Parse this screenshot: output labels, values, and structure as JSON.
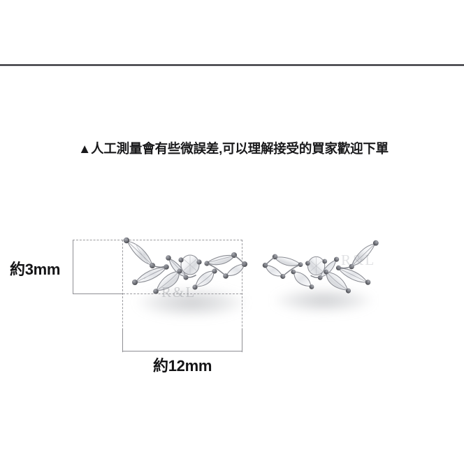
{
  "page": {
    "background_color": "#ffffff",
    "divider_color": "#2b2b30"
  },
  "notice": {
    "text": "▲人工測量會有些微誤差,可以理解接受的買家歡迎下單",
    "marker": "▲"
  },
  "measurements": {
    "height_label": "約3mm",
    "width_label": "約12mm",
    "line_color": "#8e8e93",
    "dash_color": "#9a9a9e"
  },
  "product": {
    "name": "crystal-climber-earrings",
    "pieces": [
      {
        "side": "left",
        "orientation": "ascending-right"
      },
      {
        "side": "right",
        "orientation": "mirrored"
      }
    ],
    "watermark_left": "R&L",
    "watermark_right": "R&L"
  }
}
